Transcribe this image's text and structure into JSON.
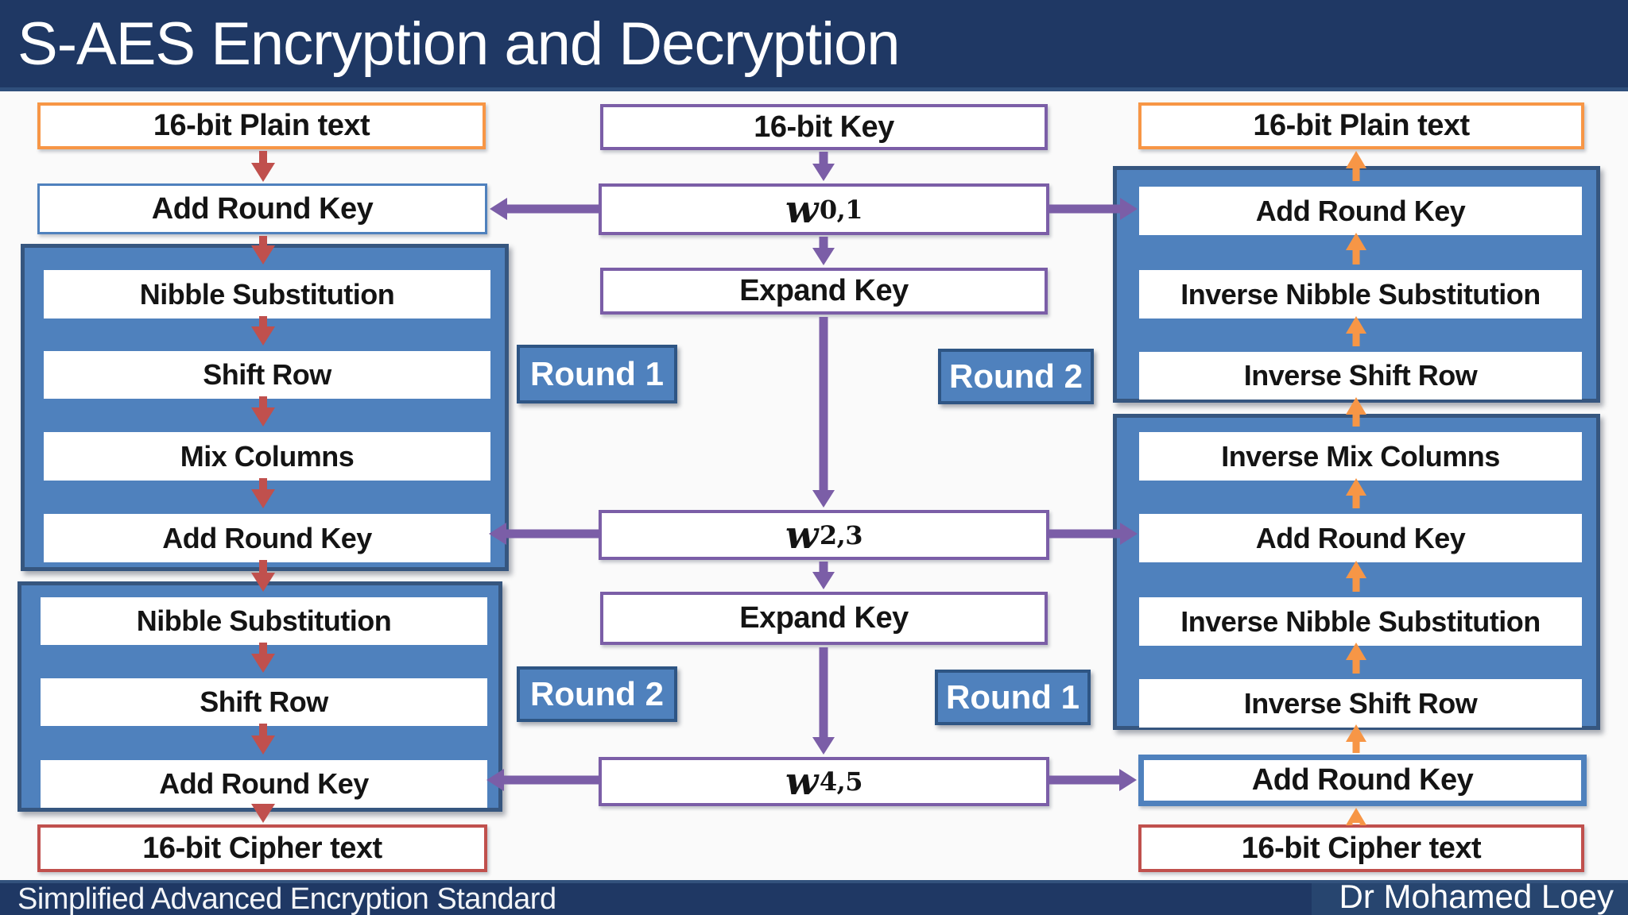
{
  "header": {
    "title": "S-AES Encryption and Decryption"
  },
  "encryption": {
    "input": "16-bit Plain text",
    "initial_add_round_key": "Add Round Key",
    "round1_steps": [
      "Nibble Substitution",
      "Shift Row",
      "Mix Columns",
      "Add Round Key"
    ],
    "round2_steps": [
      "Nibble Substitution",
      "Shift Row",
      "Add Round Key"
    ],
    "output": "16-bit Cipher text"
  },
  "key_schedule": {
    "input": "16-bit Key",
    "w01": {
      "base": "w",
      "sub": "0,1"
    },
    "expand1": "Expand Key",
    "w23": {
      "base": "w",
      "sub": "2,3"
    },
    "expand2": "Expand Key",
    "w45": {
      "base": "w",
      "sub": "4,5"
    }
  },
  "decryption": {
    "input": "16-bit Plain text",
    "round2_steps": [
      "Add Round Key",
      "Inverse Nibble Substitution",
      "Inverse Shift Row"
    ],
    "round1_steps": [
      "Inverse Mix Columns",
      "Add Round Key",
      "Inverse Nibble Substitution",
      "Inverse Shift Row"
    ],
    "final_add_round_key": "Add Round Key",
    "output": "16-bit Cipher text"
  },
  "round_labels": {
    "enc_top": "Round 1",
    "enc_bottom": "Round 2",
    "dec_top": "Round 2",
    "dec_bottom": "Round 1"
  },
  "footer": {
    "left": "Simplified Advanced Encryption Standard",
    "right": "Dr Mohamed Loey"
  },
  "colors": {
    "navy": "#1f3864",
    "steel_blue": "#4f81bd",
    "container_border": "#36567f",
    "purple": "#7b5ea7",
    "red": "#c0504d",
    "orange": "#f79646"
  }
}
